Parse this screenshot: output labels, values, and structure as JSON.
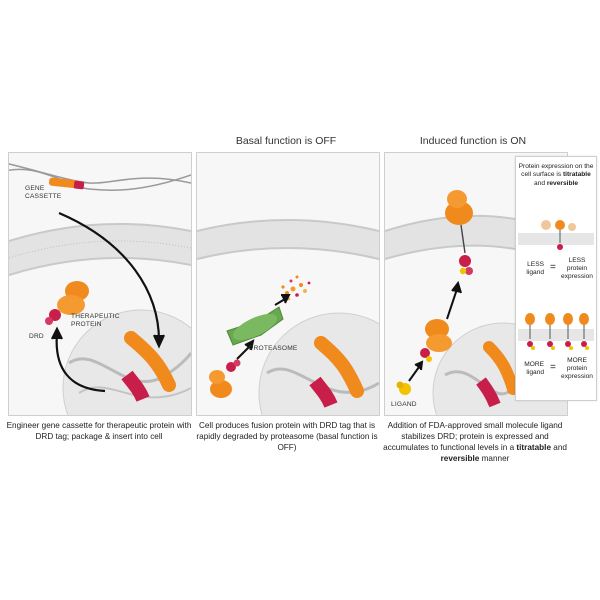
{
  "panels": [
    {
      "title": "",
      "labels": {
        "cassette": "GENE CASSETTE",
        "therapeutic": "THERAPEUTIC PROTEIN",
        "drd": "DRD"
      },
      "caption": "Engineer gene cassette for therapeutic protein with DRD tag; package & insert into cell"
    },
    {
      "title": "Basal function is OFF",
      "labels": {
        "proteasome": "PROTEASOME"
      },
      "caption": "Cell produces fusion protein with DRD tag that is rapidly degraded by proteasome (basal function is OFF)"
    },
    {
      "title": "Induced function is ON",
      "labels": {
        "ligand": "LIGAND"
      },
      "caption_parts": {
        "a": "Addition of FDA-approved small molecule ligand stabilizes DRD; protein is expressed and accumulates to functional levels in a ",
        "b": "titratable",
        "c": " and ",
        "d": "reversible",
        "e": " manner"
      }
    }
  ],
  "inset": {
    "header_a": "Protein expression on the cell surface is ",
    "header_b": "titratable",
    "header_c": " and ",
    "header_d": "reversible",
    "less_left": "LESS ligand",
    "less_eq": "=",
    "less_right": "LESS protein expression",
    "more_left": "MORE ligand",
    "more_eq": "=",
    "more_right": "MORE protein expression"
  },
  "colors": {
    "orange": "#f08a1c",
    "crimson": "#c81f4a",
    "green": "#6aa84f",
    "ligand": "#f2c400",
    "membrane": "#d8d8d8",
    "nucleus": "#ececec"
  }
}
